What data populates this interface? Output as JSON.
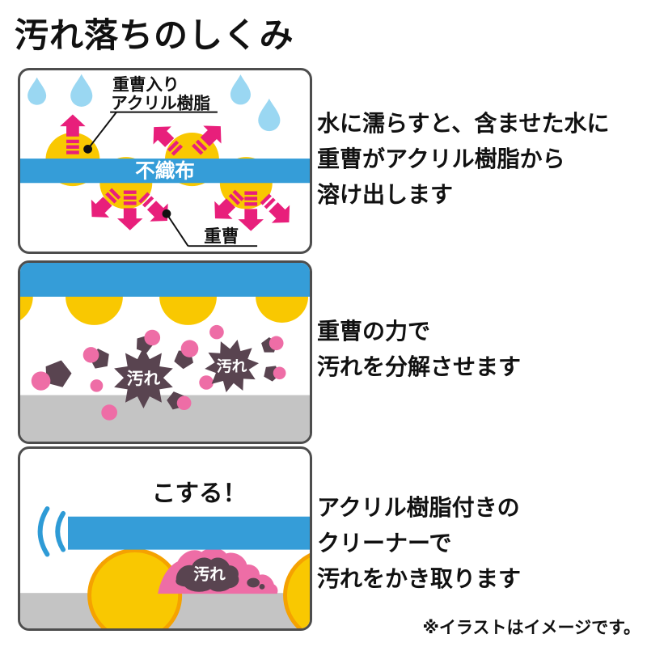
{
  "title": "汚れ落ちのしくみ",
  "footnote": "※イラストはイメージです。",
  "colors": {
    "band_blue": "#359DD8",
    "water_drop_blue": "#9AD7F2",
    "resin_yellow": "#F9C801",
    "resin_orange_stroke": "#F5A201",
    "arrow_magenta": "#E81F7B",
    "soda_pink": "#EE6DA6",
    "dirt_dark": "#594450",
    "surface_gray": "#C4C4C4",
    "panel_border": "#4D4D4D"
  },
  "panels": [
    {
      "name": "step1-dissolve",
      "labels": {
        "resin_line1": "重曹入り",
        "resin_line2": "アクリル樹脂",
        "fabric": "不織布",
        "baking_soda": "重曹"
      },
      "caption": [
        "水に濡らすと、含ませた水に",
        "重曹がアクリル樹脂から",
        "溶け出します"
      ]
    },
    {
      "name": "step2-decompose",
      "labels": {
        "dirt1": "汚れ",
        "dirt2": "汚れ"
      },
      "caption": [
        "重曹の力で",
        "汚れを分解させます"
      ]
    },
    {
      "name": "step3-scrub",
      "labels": {
        "scrub": "こする！",
        "dirt": "汚れ"
      },
      "caption": [
        "アクリル樹脂付きの",
        "クリーナーで",
        "汚れをかき取ります"
      ]
    }
  ]
}
